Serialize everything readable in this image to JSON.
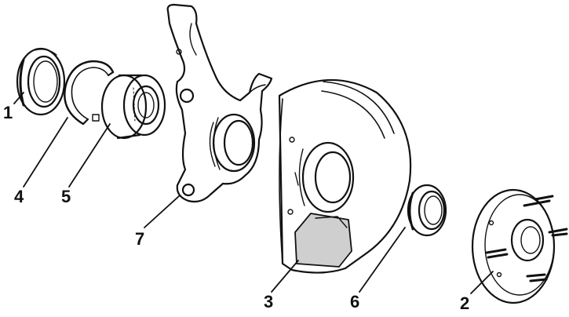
{
  "diagram": {
    "colors": {
      "ink": "#111111",
      "paper": "#ffffff",
      "shade": "#cfcfcf"
    },
    "callouts": [
      {
        "id": "oil-seal-inner",
        "label": "1"
      },
      {
        "id": "wheel-hub",
        "label": "2"
      },
      {
        "id": "brake-dust-shield",
        "label": "3"
      },
      {
        "id": "snap-ring",
        "label": "4"
      },
      {
        "id": "wheel-bearing",
        "label": "5"
      },
      {
        "id": "oil-seal-outer",
        "label": "6"
      },
      {
        "id": "steering-knuckle",
        "label": "7"
      }
    ]
  }
}
